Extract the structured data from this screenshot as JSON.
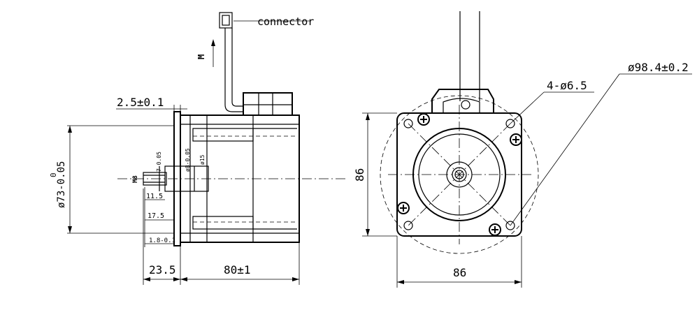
{
  "labels": {
    "connector": "connector",
    "M": "M",
    "flange_thickness": "2.5±0.1",
    "pilot_diameter_main": "ø73-0.05",
    "pilot_diameter_upper": "0",
    "key_width": "7-0.05",
    "shaft_dia_key": "ø8-0.05",
    "boss_dia": "ø15",
    "thread": "M8",
    "dim_11_5": "11.5",
    "dim_17_5": "17.5",
    "dim_1_8": "1.8-0.1",
    "shaft_length": "23.5",
    "body_length": "80±1",
    "mount_holes": "4-ø6.5",
    "bolt_circle": "ø98.4±0.2",
    "height": "86",
    "width": "86"
  },
  "colors": {
    "line": "#000000",
    "background": "#ffffff"
  }
}
